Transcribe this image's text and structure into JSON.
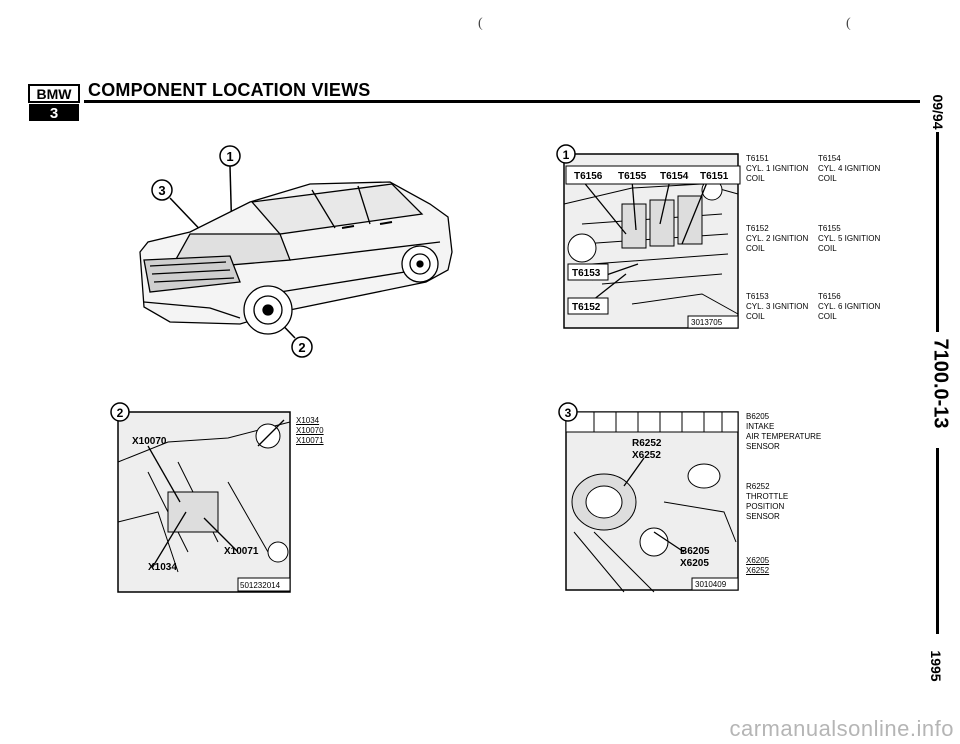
{
  "header": {
    "title": "COMPONENT LOCATION VIEWS",
    "logo_text": "BMW",
    "logo_series": "3"
  },
  "sidebar": {
    "date": "09/94",
    "doc_number": "7100.0-13",
    "year": "1995"
  },
  "figures": {
    "car": {
      "callouts": [
        "1",
        "2",
        "3"
      ]
    },
    "ignition": {
      "number": "1",
      "coil_labels": [
        "T6156",
        "T6155",
        "T6154",
        "T6151"
      ],
      "left_labels": [
        "T6153",
        "T6152"
      ],
      "ref_number": "3013705",
      "legend_left": [
        {
          "code": "T6151",
          "desc": "CYL. 1 IGNITION",
          "sub": "COIL"
        },
        {
          "code": "T6152",
          "desc": "CYL. 2 IGNITION",
          "sub": "COIL"
        },
        {
          "code": "T6153",
          "desc": "CYL. 3 IGNITION",
          "sub": "COIL"
        }
      ],
      "legend_right": [
        {
          "code": "T6154",
          "desc": "CYL. 4 IGNITION",
          "sub": "COIL"
        },
        {
          "code": "T6155",
          "desc": "CYL. 5 IGNITION",
          "sub": "COIL"
        },
        {
          "code": "T6156",
          "desc": "CYL. 6 IGNITION",
          "sub": "COIL"
        }
      ]
    },
    "connectors": {
      "number": "2",
      "labels": [
        "X10070",
        "X10071",
        "X1034"
      ],
      "ref_number": "501232014",
      "refs": [
        "X1034",
        "X10070",
        "X10071"
      ]
    },
    "intake": {
      "number": "3",
      "labels": [
        "R6252",
        "X6252",
        "B6205",
        "X6205"
      ],
      "ref_number": "3010409",
      "legend": [
        {
          "code": "B6205",
          "lines": [
            "INTAKE",
            "AIR TEMPERATURE",
            "SENSOR"
          ]
        },
        {
          "code": "R6252",
          "lines": [
            "THROTTLE",
            "POSITION",
            "SENSOR"
          ]
        }
      ],
      "refs": [
        "X6205",
        "X6252"
      ]
    }
  },
  "watermark": "carmanualsonline.info",
  "marks": {
    "left": "(",
    "right": "("
  }
}
